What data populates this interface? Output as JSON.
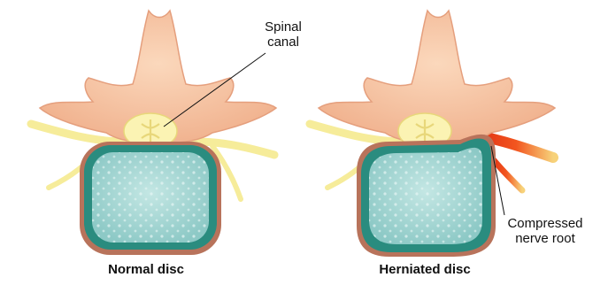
{
  "labels": {
    "spinal_canal_line1": "Spinal",
    "spinal_canal_line2": "canal",
    "compressed_line1": "Compressed",
    "compressed_line2": "nerve root"
  },
  "captions": {
    "normal": "Normal disc",
    "herniated": "Herniated disc"
  },
  "colors": {
    "bone": "#f5c3a0",
    "bone_shadow": "#e59f7d",
    "disc_outer": "#2a8c7f",
    "disc_inner": "#a6d6d4",
    "disc_rim": "#b8735b",
    "spinal_cord": "#fbf3b3",
    "nerve": "#f6ec9a",
    "inflamed_nerve": "#e8321b"
  }
}
